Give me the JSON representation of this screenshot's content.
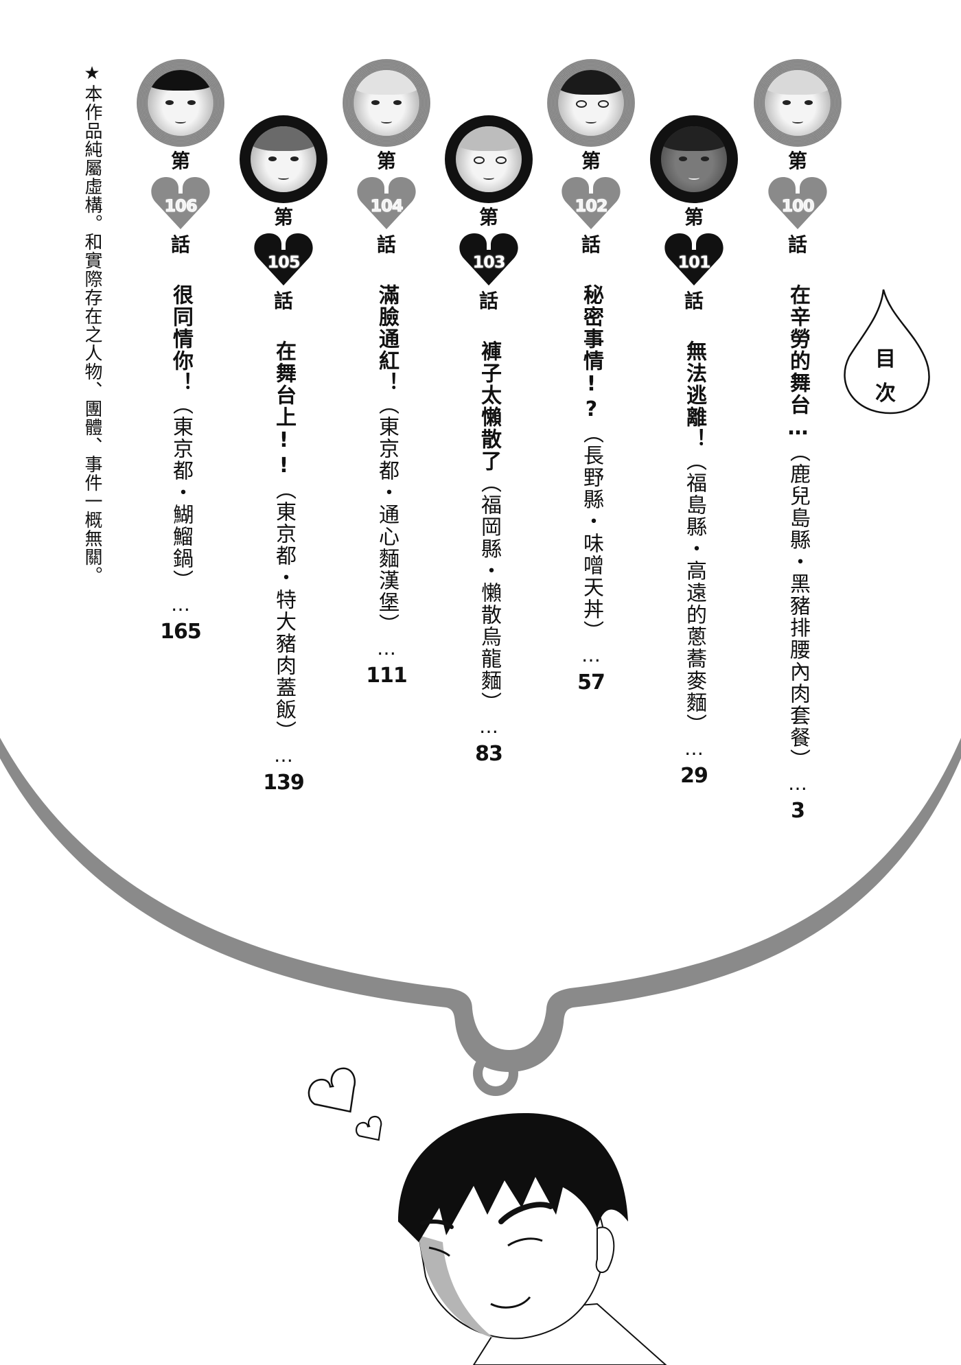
{
  "toc": {
    "heading_chars": [
      "目",
      "次"
    ],
    "di_label": "第",
    "hua_label": "話",
    "dots": "…",
    "chapters": [
      {
        "number": "100",
        "style": "gray",
        "title": "在辛勞的舞台…",
        "subtitle": "（鹿兒島縣・黑豬排腰內肉套餐）",
        "page": "3"
      },
      {
        "number": "101",
        "style": "black",
        "title": "無法逃離！",
        "subtitle": "（福島縣・高遠的蔥蕎麥麵）",
        "page": "29"
      },
      {
        "number": "102",
        "style": "gray",
        "title": "秘密事情!?",
        "subtitle": "（長野縣・味噌天丼）",
        "page": "57"
      },
      {
        "number": "103",
        "style": "black",
        "title": "褲子太懶散了",
        "subtitle": "（福岡縣・懶散烏龍麵）",
        "page": "83"
      },
      {
        "number": "104",
        "style": "gray",
        "title": "滿臉通紅！",
        "subtitle": "（東京都・通心麵漢堡）",
        "page": "111"
      },
      {
        "number": "105",
        "style": "black",
        "title": "在舞台上!!",
        "subtitle": "（東京都・特大豬肉蓋飯）",
        "page": "139"
      },
      {
        "number": "106",
        "style": "gray",
        "title": "很同情你！",
        "subtitle": "（東京都・鰗鰡鍋）",
        "page": "165"
      }
    ]
  },
  "disclaimer": "★本作品純屬虛構。和實際存在之人物、團體、事件一概無關。",
  "colors": {
    "halftone_gray": "#8a8a8a",
    "ink": "#111111",
    "paper": "#ffffff"
  }
}
